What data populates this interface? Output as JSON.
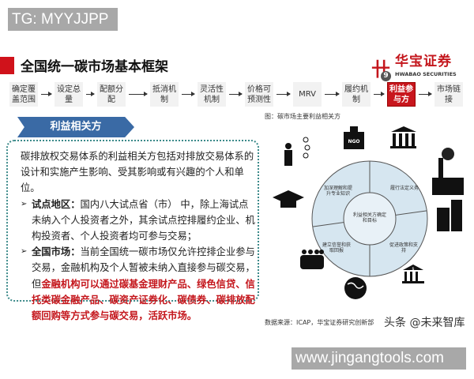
{
  "watermark_top": "TG: MYYJJPP",
  "watermark_bottom": "www.jingangtools.com",
  "title": "全国统一碳市场基本框架",
  "logo": {
    "cn": "华宝证券",
    "en": "HWABAO SECURITIES"
  },
  "flow": {
    "active_number": "9",
    "steps": [
      {
        "label": "确定覆盖范围"
      },
      {
        "label": "设定总量"
      },
      {
        "label": "配额分配"
      },
      {
        "label": "抵消机制"
      },
      {
        "label": "灵活性机制"
      },
      {
        "label": "价格可预测性"
      },
      {
        "label": "MRV"
      },
      {
        "label": "履约机制"
      },
      {
        "label": "利益参与方",
        "active": true
      },
      {
        "label": "市场链接"
      }
    ]
  },
  "section": {
    "banner": "利益相关方",
    "intro": "碳排放权交易体系的利益相关方包括对排放交易体系的设计和实施产生影响、受其影响或有兴趣的个人和单位。",
    "pilot_label": "试点地区：",
    "pilot_text": "国内八大试点省（市） 中，除上海试点未纳入个人投资者之外，其余试点控排履约企业、机构投资者、个人投资者均可参与交易；",
    "national_label": "全国市场：",
    "national_text": "当前全国统一碳市场仅允许控排企业参与交易，金融机构及个人暂被未纳入直接参与碳交易，但",
    "national_highlight": "金融机构可以通过碳基金理财产品、绿色信贷、信托类碳金融产品、碳资产证券化、碳债券、碳排放配额回购等方式参与碳交易，活跃市场。"
  },
  "figure": {
    "caption": "图：碳市场主要利益相关方",
    "center": "利益相关方确定和目标",
    "quadrants": [
      "加深理解和提升专业知识",
      "履行法定义务",
      "促进政策和支持",
      "建立信誉和获取回报"
    ],
    "icons": [
      "ngo-icon",
      "government-building-icon",
      "factory-icon",
      "office-buildings-icon",
      "bank-icon",
      "globe-icon",
      "crowd-icon",
      "graduation-cap-icon",
      "network-person-icon"
    ],
    "ngo_label": "NGO",
    "bank_label": "$",
    "source": "数据来源：ICAP，华宝证券研究创新部"
  },
  "watermark_toutiao": "头条 @未来智库",
  "colors": {
    "accent": "#c8161d",
    "banner": "#3a6aa5",
    "ring": "#d6e6f0"
  }
}
